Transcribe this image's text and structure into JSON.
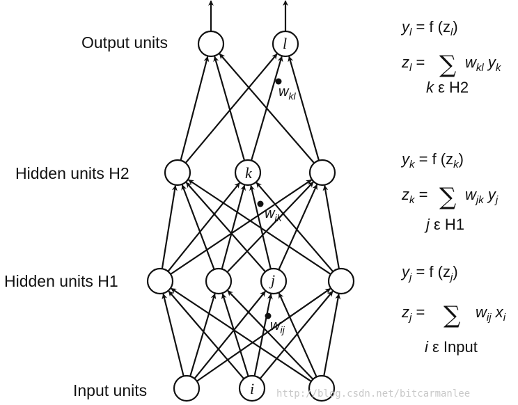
{
  "layers": {
    "output_label": "Output units",
    "h2_label": "Hidden units H2",
    "h1_label": "Hidden units H1",
    "input_label": "Input units"
  },
  "node_letters": {
    "output": "l",
    "h2": "k",
    "h1": "j",
    "input": "i"
  },
  "weights": {
    "w_kl": {
      "base": "w",
      "sub": "kl"
    },
    "w_jk": {
      "base": "w",
      "sub": "jk"
    },
    "w_ij": {
      "base": "w",
      "sub": "ij"
    }
  },
  "equations": {
    "output": {
      "y": "y",
      "y_sub": "l",
      "f": " = f (z",
      "f_sub": "l",
      "f_close": ")",
      "z": "z",
      "z_sub": "l",
      "eq": " = ",
      "sum_w": "w",
      "sum_w_sub": "kl",
      "sum_v": " y",
      "sum_v_sub": "k",
      "index": "k",
      "index_rest": " ε H2"
    },
    "h2": {
      "y": "y",
      "y_sub": "k",
      "f": " = f (z",
      "f_sub": "k",
      "f_close": ")",
      "z": "z",
      "z_sub": "k",
      "eq": " = ",
      "sum_w": "w",
      "sum_w_sub": "jk",
      "sum_v": " y",
      "sum_v_sub": "j",
      "index": "j",
      "index_rest": " ε H1"
    },
    "h1": {
      "y": "y",
      "y_sub": "j",
      "f": " = f (z",
      "f_sub": "j",
      "f_close": ")",
      "z": "z",
      "z_sub": "j",
      "eq": " = ",
      "sum_w": "w",
      "sum_w_sub": "ij",
      "sum_v": " x",
      "sum_v_sub": "i",
      "index": "i",
      "index_rest": " ε Input"
    }
  },
  "sigma": "∑",
  "watermark": "http://blog.csdn.net/bitcarmanlee"
}
